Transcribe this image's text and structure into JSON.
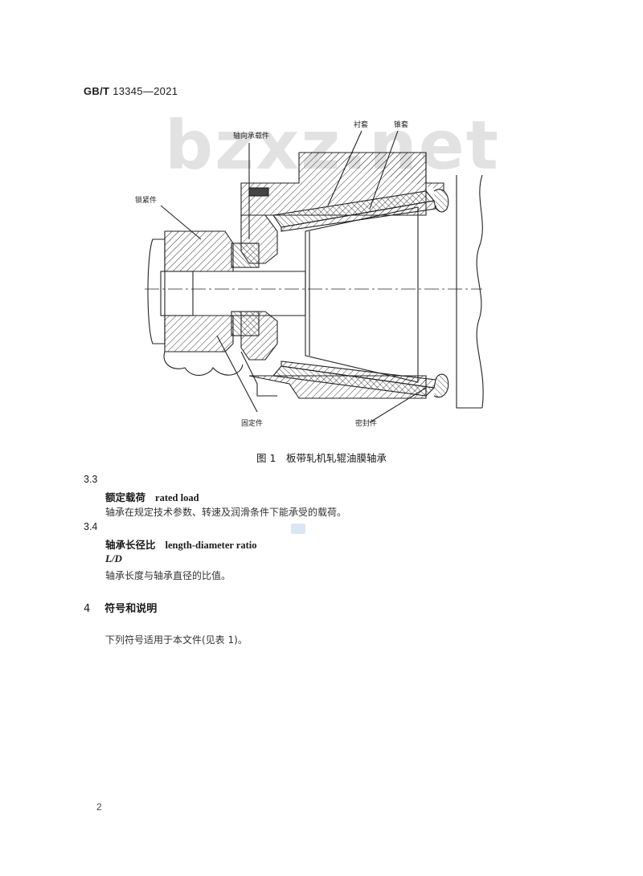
{
  "header": {
    "std_code": "GB/T",
    "std_number": "13345—2021"
  },
  "watermark": "bzxz.net",
  "figure": {
    "labels": {
      "axial": "轴向承载件",
      "bushing": "衬套",
      "sleeve": "锥套",
      "locking": "锁紧件",
      "fixing": "固定件",
      "seal": "密封件"
    },
    "caption": "图 1　板带轧机轧辊油膜轴承"
  },
  "sections": [
    {
      "number": "3.3",
      "term_zh": "额定载荷",
      "term_en": "rated load",
      "symbol": "",
      "definition": "轴承在规定技术参数、转速及润滑条件下能承受的载荷。"
    },
    {
      "number": "3.4",
      "term_zh": "轴承长径比",
      "term_en": "length-diameter ratio",
      "symbol": "L/D",
      "definition": "轴承长度与轴承直径的比值。"
    }
  ],
  "clause4": {
    "number": "4",
    "title": "符号和说明",
    "text": "下列符号适用于本文件(见表 1)。"
  },
  "page_number": "2"
}
